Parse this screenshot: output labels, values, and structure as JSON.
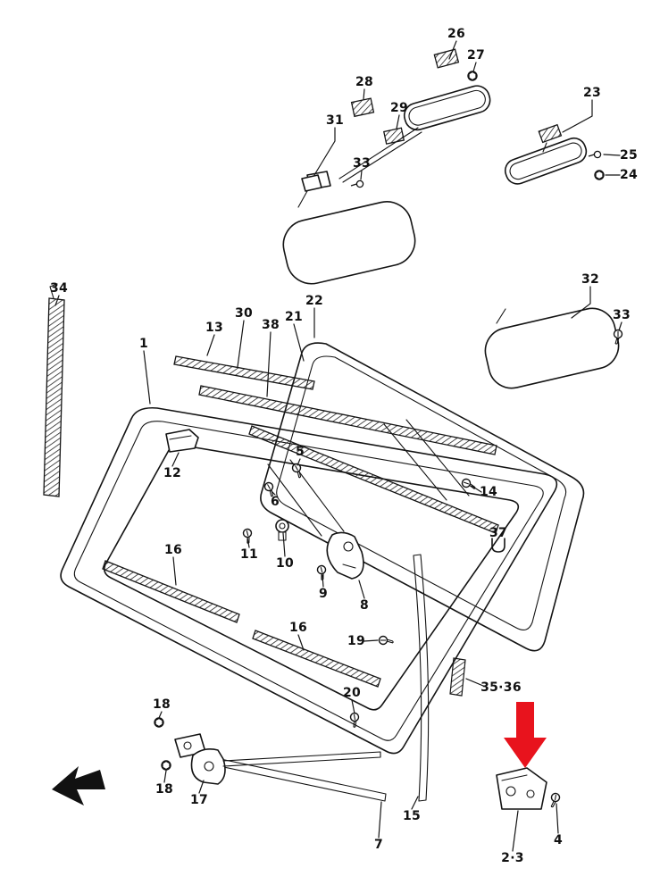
{
  "diagram": {
    "type": "exploded-parts-diagram",
    "part_labels": [
      "26",
      "27",
      "28",
      "29",
      "31",
      "33",
      "23",
      "25",
      "24",
      "32",
      "33",
      "34",
      "1",
      "13",
      "30",
      "38",
      "21",
      "22",
      "12",
      "5",
      "6",
      "14",
      "37",
      "11",
      "10",
      "9",
      "8",
      "16",
      "16",
      "19",
      "20",
      "35·36",
      "15",
      "7",
      "18",
      "18",
      "17",
      "2·3",
      "4"
    ],
    "highlighted_part": "2·3"
  },
  "colors": {
    "line": "#141414",
    "background": "#ffffff",
    "highlight_arrow": "#e8131d"
  }
}
